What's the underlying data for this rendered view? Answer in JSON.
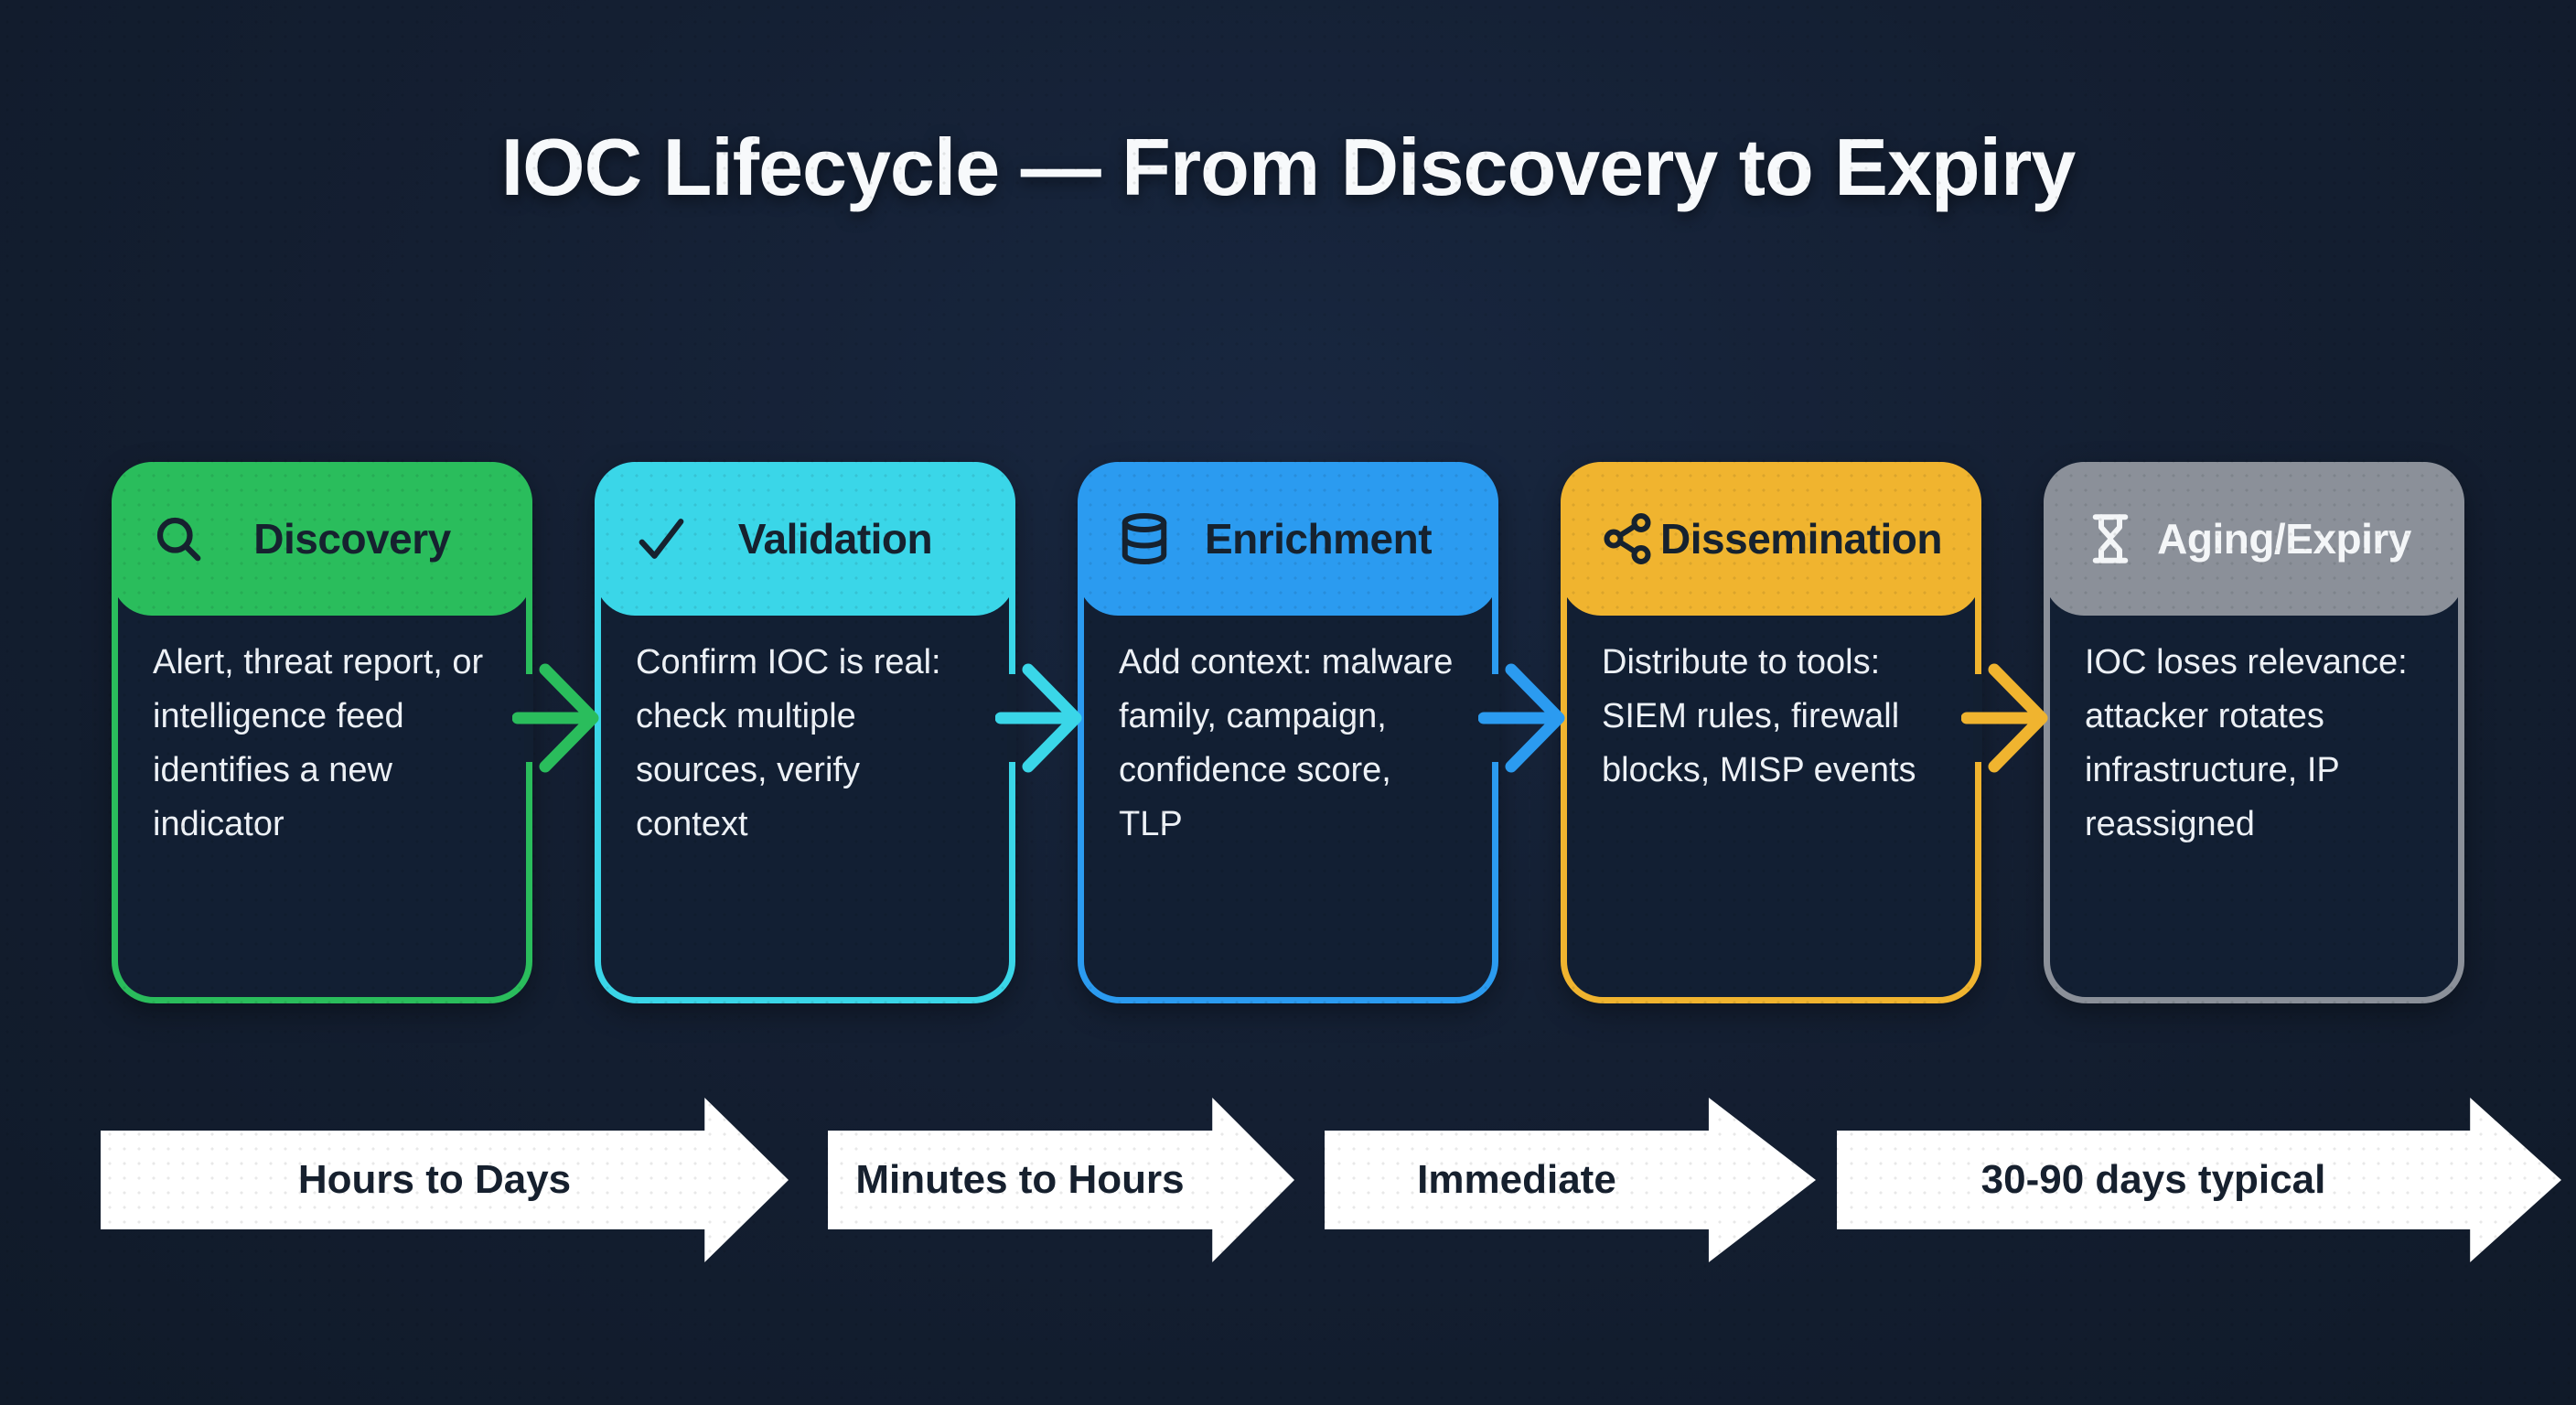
{
  "title": "IOC Lifecycle — From Discovery to Expiry",
  "colors": {
    "background": "#131e2f",
    "card_body": "#121f33",
    "header_text_dark": "#16222f",
    "header_text_light": "#f4f6f8",
    "body_text": "#edf1f6",
    "timeline_arrow": "#ffffff",
    "timeline_text": "#16202e"
  },
  "stages": [
    {
      "label": "Discovery",
      "icon": "search-icon",
      "color": "#2abd5c",
      "header_text": "#16222f",
      "body": "Alert, threat report, or intelligence feed identifies a new indicator"
    },
    {
      "label": "Validation",
      "icon": "check-icon",
      "color": "#3ad6e8",
      "header_text": "#16222f",
      "body": "Confirm IOC is real: check multiple sources, verify context"
    },
    {
      "label": "Enrichment",
      "icon": "database-icon",
      "color": "#2b9bf0",
      "header_text": "#16222f",
      "body": "Add context: malware family, campaign, confidence score, TLP"
    },
    {
      "label": "Dissemination",
      "icon": "share-icon",
      "color": "#f0b42f",
      "header_text": "#16222f",
      "body": "Distribute to tools: SIEM rules, firewall blocks, MISP events"
    },
    {
      "label": "Aging/Expiry",
      "icon": "hourglass-icon",
      "color": "#8b9099",
      "header_text": "#f4f6f8",
      "body": "IOC loses relevance: attacker rotates infrastructure, IP reassigned"
    }
  ],
  "timeline": [
    {
      "label": "Hours to Days"
    },
    {
      "label": "Minutes to Hours"
    },
    {
      "label": "Immediate"
    },
    {
      "label": "30-90 days typical"
    }
  ]
}
